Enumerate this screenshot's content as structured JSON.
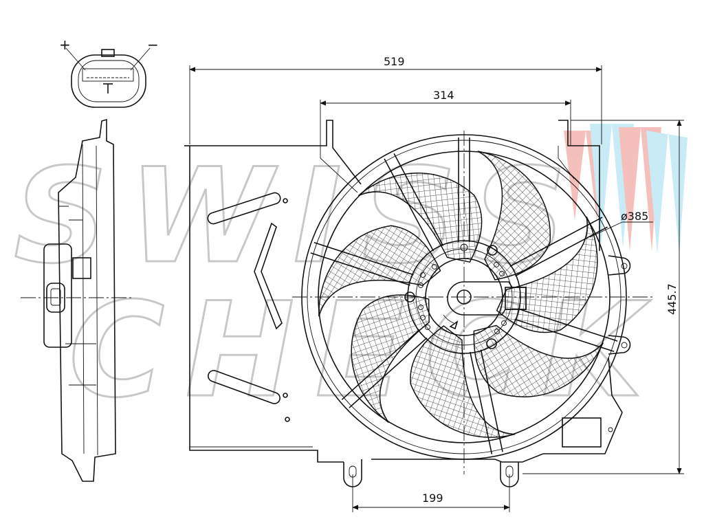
{
  "drawing": {
    "connector_plus": "+",
    "connector_minus": "−",
    "dimensions": {
      "overall_width": "519",
      "mount_width": "314",
      "fan_diameter": "ø385",
      "overall_height": "445.7",
      "foot_spacing": "199"
    }
  },
  "watermark": {
    "text_line1": "SWISS",
    "text_line2": "CHECK",
    "colors": [
      "#f4b6b0",
      "#bfe8f4"
    ]
  },
  "colors": {
    "line": "#111111",
    "background": "#ffffff"
  }
}
